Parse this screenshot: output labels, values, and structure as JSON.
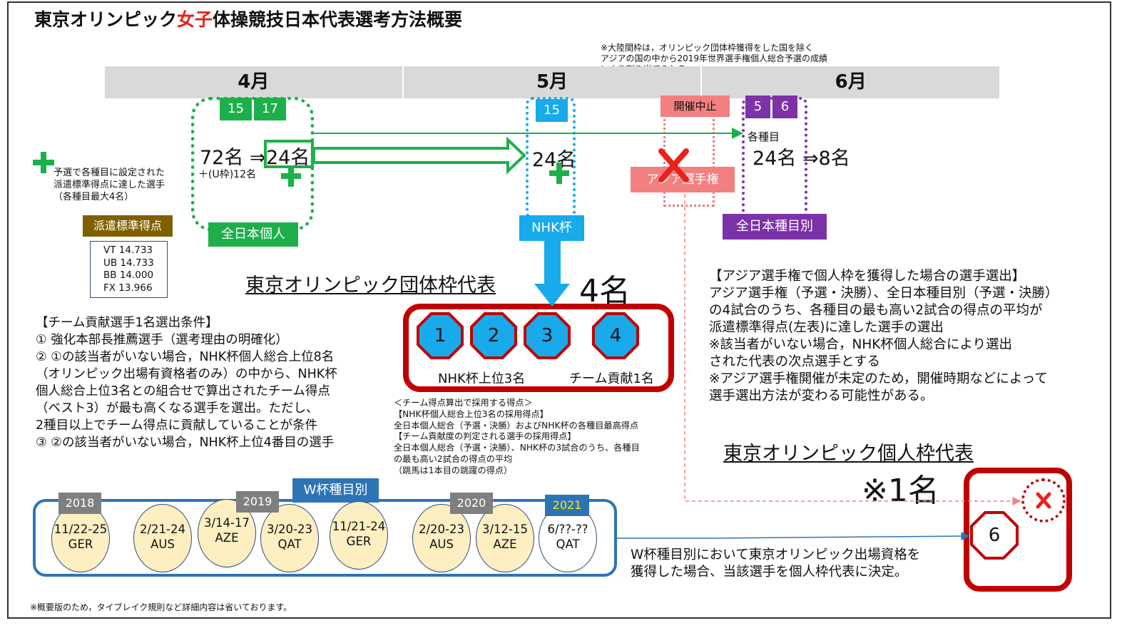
{
  "title": {
    "part1": "東京オリンピック",
    "part2": "女子",
    "part3": "体操競技日本代表選考方法概要"
  },
  "top_note": "※大陸間枠は，オリンピック団体枠獲得をした国を除く\nアジアの国の中から2019年世界選手権個人総合予選の成績\nにより割り当てられる",
  "months": [
    "4月",
    "5月",
    "6月"
  ],
  "all_japan": {
    "days": [
      "15",
      "17"
    ],
    "count_main": "72名 ⇒",
    "count_target": "24名",
    "sub": "＋(U枠)12名",
    "label": "全日本個人"
  },
  "plus_note": "予選で各種目に設定された\n派遣標準得点に達した選手\n（各種目最大4名）",
  "dispatch": {
    "label": "派遣標準得点",
    "scores": "VT 14.733\nUB 14.733\nBB 14.000\nFX 13.966"
  },
  "nhk": {
    "day": "15",
    "count": "24名",
    "label": "NHK杯"
  },
  "asia": {
    "status": "開催中止",
    "label": "アジア選手権"
  },
  "event_specific": {
    "days": [
      "5",
      "6"
    ],
    "sub": "各種目",
    "count": "24名 ⇒8名",
    "label": "全日本種目別"
  },
  "team": {
    "title": "東京オリンピック団体枠代表",
    "count": "4名",
    "members": [
      "1",
      "2",
      "3",
      "4"
    ],
    "caption_left": "NHK杯上位3名",
    "caption_right": "チーム貢献1名"
  },
  "conditions": "【チーム貢献選手1名選出条件】\n① 強化本部長推薦選手（選考理由の明確化）\n② ①の該当者がいない場合，NHK杯個人総合上位8名\n（オリンピック出場有資格者のみ）の中から、NHK杯\n個人総合上位3名との組合せで算出されたチーム得点\n（ベスト3）が最も高くなる選手を選出。ただし、\n2種目以上でチーム得点に貢献していることが条件\n③ ②の該当者がいない場合，NHK杯上位4番目の選手",
  "score_notes": "＜チーム得点算出で採用する得点＞\n【NHK杯個人総合上位3名の採用得点】\n全日本個人総合（予選・決勝）およびNHK杯の各種目最高得点\n【チーム貢献度の判定される選手の採用得点】\n全日本個人総合（予選・決勝）、NHK杯の3試合のうち、各種目\nの最も高い2試合の得点の平均\n（跳馬は1本目の跳躍の得点）",
  "asia_rules": "【アジア選手権で個人枠を獲得した場合の選手選出】\nアジア選手権（予選・決勝）、全日本種目別（予選・決勝）\nの4試合のうち、各種目の最も高い2試合の得点の平均が\n派遣標準得点(左表)に達した選手の選出\n※該当者がいない場合，NHK杯個人総合により選出\nされた代表の次点選手とする\n※アジア選手権開催が未定のため，開催時期などによって\n選手選出方法が変わる可能性がある。",
  "individual": {
    "title": "東京オリンピック個人枠代表",
    "count": "※1名",
    "member": "6"
  },
  "world_cup": {
    "label": "W杯種目別",
    "years": [
      "2018",
      "2019",
      "2020",
      "2021"
    ],
    "events": [
      {
        "date": "11/22-25",
        "place": "GER"
      },
      {
        "date": "2/21-24",
        "place": "AUS"
      },
      {
        "date": "3/14-17",
        "place": "AZE"
      },
      {
        "date": "3/20-23",
        "place": "QAT"
      },
      {
        "date": "11/21-24",
        "place": "GER"
      },
      {
        "date": "2/20-23",
        "place": "AUS"
      },
      {
        "date": "3/12-15",
        "place": "AZE"
      },
      {
        "date": "6/??-??",
        "place": "QAT"
      }
    ]
  },
  "world_cup_note": "W杯種目別において東京オリンピック出場資格を\n獲得した場合、当該選手を個人枠代表に決定。",
  "footnote": "※概要版のため，タイブレイク規則など詳細内容は省いております。",
  "colors": {
    "green": "#1db04a",
    "blue": "#18aaeb",
    "red": "#c00000",
    "purple": "#7c32a8",
    "olive": "#7f6000",
    "salmon": "#f28080",
    "gray": "#7f7f7f"
  }
}
